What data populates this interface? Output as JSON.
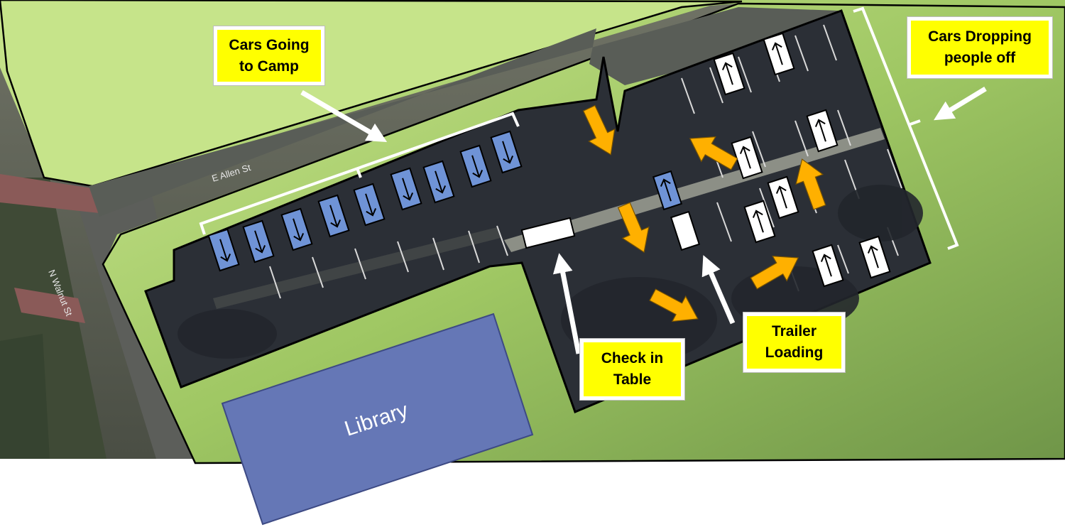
{
  "callouts": {
    "cars_going_to_camp": "Cars Going to Camp",
    "cars_dropping_off": "Cars Dropping people off",
    "check_in_table": "Check in Table",
    "trailer_loading": "Trailer Loading"
  },
  "buildings": {
    "library": "Library"
  },
  "streets": {
    "allen": "E Allen St",
    "walnut": "N Walnut St"
  },
  "legend_colors": {
    "grass": "#a6c96a",
    "lot": "#2b2f36",
    "camp_car": "#6f93d6",
    "dropoff_car": "#ffffff",
    "traffic_arrow": "#ffb000",
    "callout": "#ffff00",
    "library": "#6577b6"
  }
}
